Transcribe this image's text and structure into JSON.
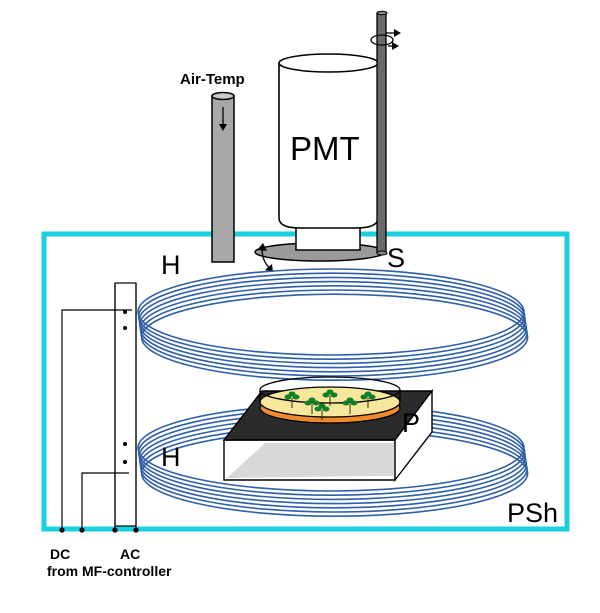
{
  "labels": {
    "air_temp": "Air-Temp",
    "pmt": "PMT",
    "h_top": "H",
    "s": "S",
    "h_bottom": "H",
    "p": "P",
    "psh": "PSh",
    "dc": "DC",
    "ac": "AC",
    "source": "from MF-controller"
  },
  "colors": {
    "shield": "#19d0e0",
    "coil": "#2f5fa8",
    "culture": "#f6e79a",
    "culture_base": "#f08a2a",
    "plant": "#0f7f2a",
    "mount_top": "#2a2a2a"
  }
}
